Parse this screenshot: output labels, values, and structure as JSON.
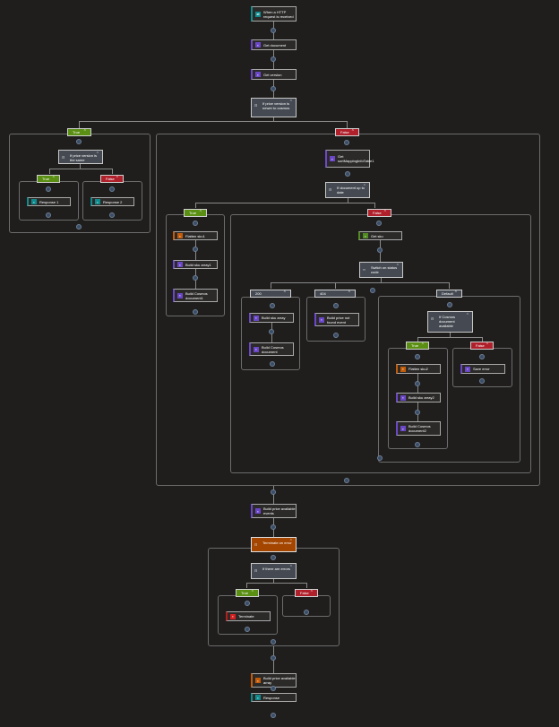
{
  "app": "Logic App Designer",
  "trigger": {
    "label": "When a HTTP request is received",
    "icon": "http-request-icon"
  },
  "steps": {
    "get_document": {
      "label": "Get document",
      "icon": "cosmos-icon"
    },
    "get_version": {
      "label": "Get version",
      "icon": "cosmos-icon"
    },
    "if_price_version_newer": {
      "label": "If price version is newer to cosmos"
    },
    "if_price_version_same": {
      "label": "If price version is the same"
    },
    "response1": {
      "label": "Response 1"
    },
    "response2": {
      "label": "Response 2"
    },
    "get_mapping": {
      "label": "Get sortMappingInfoTable1"
    },
    "if_document_up_to_date": {
      "label": "If document up to date"
    },
    "flatten_sku1": {
      "label": "Flatten sku1"
    },
    "build_sku_array1": {
      "label": "Build sku array1"
    },
    "build_cosmos_document1": {
      "label": "Build Cosmos document1"
    },
    "get_sku": {
      "label": "Get sku"
    },
    "switch_status": {
      "label": "Switch on status code"
    },
    "case_200": {
      "label": "200"
    },
    "case_404": {
      "label": "404"
    },
    "case_default": {
      "label": "Default"
    },
    "build_sku_array": {
      "label": "Build sku array"
    },
    "build_cosmos_document": {
      "label": "Build Cosmos document"
    },
    "build_price_not_found": {
      "label": "Build price not found event"
    },
    "if_cosmos_available": {
      "label": "If Cosmos document available"
    },
    "flatten_sku2": {
      "label": "Flatten sku2"
    },
    "save_error": {
      "label": "Save error"
    },
    "build_sku_array2": {
      "label": "Build sku array2"
    },
    "build_cosmos_document2": {
      "label": "Build Cosmos document2"
    },
    "build_price_available_events": {
      "label": "Build price available events"
    },
    "terminate_on_error": {
      "label": "Terminate on error"
    },
    "if_there_are_errors": {
      "label": "If there are errors"
    },
    "terminate": {
      "label": "Terminate"
    },
    "build_price_available_array": {
      "label": "Build price available array"
    },
    "response": {
      "label": "Response"
    }
  },
  "branches": {
    "true": "True",
    "false": "False"
  },
  "colors": {
    "true": "#5a8f14",
    "false": "#b0202b",
    "condition": "#454a52",
    "scope": "#a44600",
    "canvas": "#1f1e1d"
  }
}
